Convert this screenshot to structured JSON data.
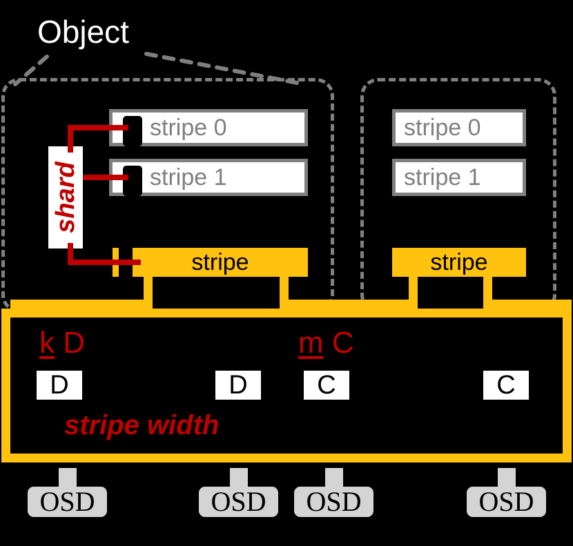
{
  "diagram": {
    "title": "Object",
    "background_color": "#000000",
    "accent_yellow": "#FFC20E",
    "accent_red": "#C00000",
    "grey": "#808080",
    "osd_grey": "#D4D4D4"
  },
  "object_groups": [
    {
      "id": "left",
      "stripes": [
        {
          "label": "stripe 0",
          "has_shard_marker": true
        },
        {
          "label": "stripe 1",
          "has_shard_marker": true
        }
      ],
      "stripe_bar": "stripe"
    },
    {
      "id": "right",
      "stripes": [
        {
          "label": "stripe 0",
          "has_shard_marker": false
        },
        {
          "label": "stripe 1",
          "has_shard_marker": false
        }
      ],
      "stripe_bar": "stripe"
    }
  ],
  "annotations": {
    "shard": "shard",
    "stripe_width": "stripe width",
    "k_label_letter": "k",
    "k_label_chunk": "D",
    "m_label_letter": "m",
    "m_label_chunk": "C"
  },
  "chunks": [
    {
      "label": "D",
      "kind": "data"
    },
    {
      "label": "D",
      "kind": "data"
    },
    {
      "label": "C",
      "kind": "coding"
    },
    {
      "label": "C",
      "kind": "coding"
    }
  ],
  "osds": [
    {
      "label": "OSD"
    },
    {
      "label": "OSD"
    },
    {
      "label": "OSD"
    },
    {
      "label": "OSD"
    }
  ]
}
